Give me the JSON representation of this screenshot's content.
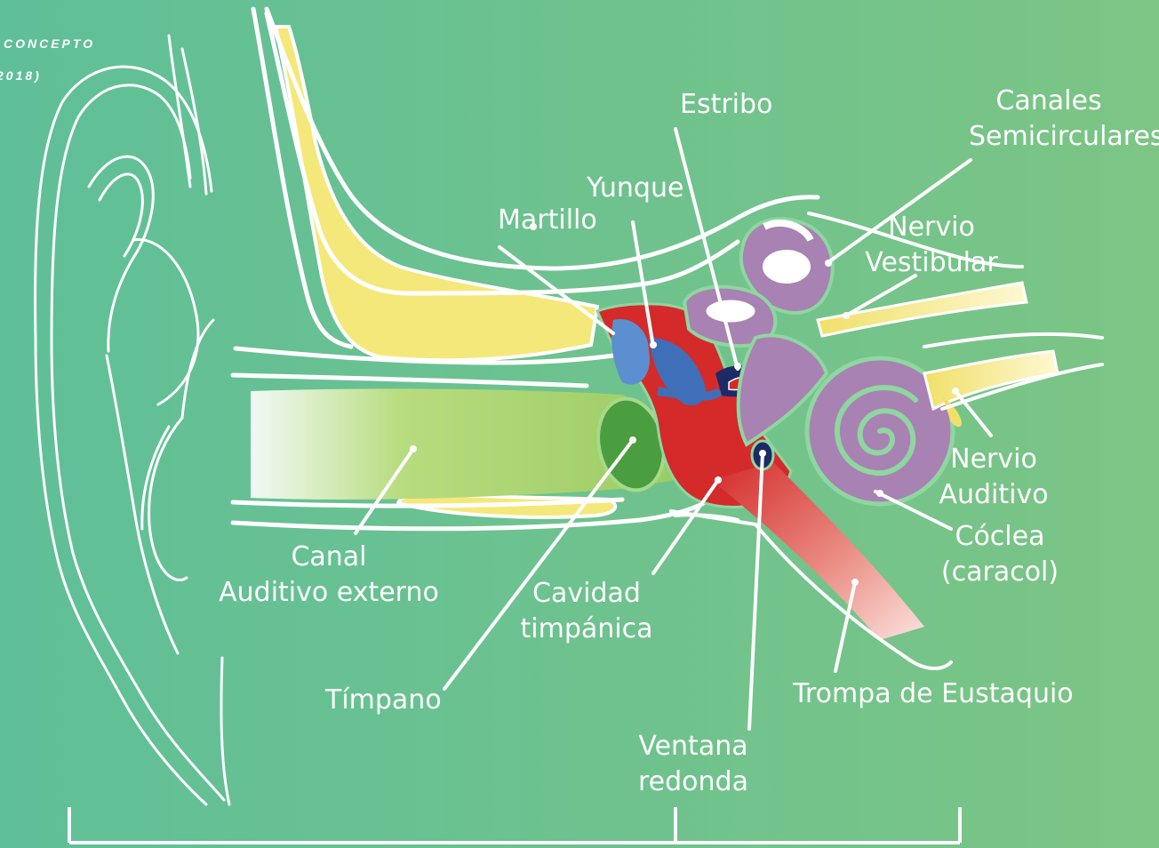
{
  "credit": {
    "line1": "CONCEPTO",
    "line2": "2018)"
  },
  "labels": {
    "estribo": "Estribo",
    "canales": [
      "Canales",
      "Semicirculares"
    ],
    "yunque": "Yunque",
    "martillo": "Martillo",
    "nervio_vestibular": [
      "Nervio",
      "Vestibular"
    ],
    "nervio_auditivo": [
      "Nervio",
      "Auditivo"
    ],
    "coclea": [
      "Cóclea",
      "(caracol)"
    ],
    "canal_auditivo": [
      "Canal",
      "Auditivo externo"
    ],
    "cavidad": [
      "Cavidad",
      "timpánica"
    ],
    "timpano": "Tímpano",
    "trompa": "Trompa de Eustaquio",
    "ventana": [
      "Ventana",
      "redonda"
    ]
  },
  "colors": {
    "background_left": "#5fbf98",
    "background_right": "#7cc585",
    "outline": "#ffffff",
    "bone": "#f5e87a",
    "canal": "#9ccc65",
    "eardrum": "#4a9e3f",
    "tympanic_cavity": "#d42a2a",
    "ossicles": "#5b8fd0",
    "inner_ear": "#a882b3",
    "eustachian": "#e98a80"
  }
}
